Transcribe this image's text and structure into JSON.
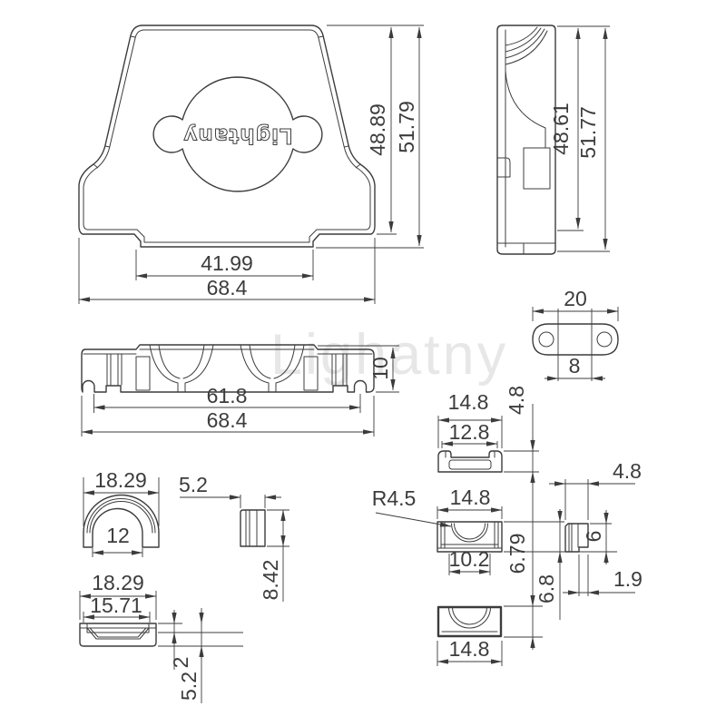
{
  "page": {
    "background": "#ffffff",
    "ink_color": "#3c3c3c",
    "watermark_color": "#e7e7e7"
  },
  "drawing": {
    "brand_logo_text": "Lightany",
    "watermark_text": "Lighatny",
    "front_view": {
      "dim_inner_width": "41.99",
      "dim_outer_width": "68.4",
      "dim_body_height": "48.89",
      "dim_overall_height": "51.79"
    },
    "side_view": {
      "dim_body_height": "48.61",
      "dim_overall_height": "51.77"
    },
    "bottom_view": {
      "dim_inner_width": "61.8",
      "dim_outer_width": "68.4",
      "dim_thickness": "10"
    },
    "cable_clamp_plate": {
      "dim_width": "20",
      "dim_slot": "8"
    },
    "strain_relief_top": {
      "dim_width": "14.8",
      "dim_inner_width": "12.8",
      "dim_height": "4.8"
    },
    "strain_relief_front": {
      "dim_radius": "R4.5",
      "dim_width": "14.8",
      "dim_opening": "10.2",
      "dim_height": "6.8",
      "dim_offset": "6.79"
    },
    "strain_relief_bottom": {
      "dim_width": "14.8"
    },
    "strain_relief_side": {
      "dim_width": "4.8",
      "dim_height": "6",
      "dim_step": "1.9"
    },
    "grommet_front": {
      "dim_width": "18.29",
      "dim_opening": "12"
    },
    "grommet_side": {
      "dim_width": "5.2",
      "dim_height": "8.42"
    },
    "grommet_bottom": {
      "dim_width": "18.29",
      "dim_inner_width": "15.71",
      "dim_lip": "2",
      "dim_height": "5.2"
    }
  }
}
